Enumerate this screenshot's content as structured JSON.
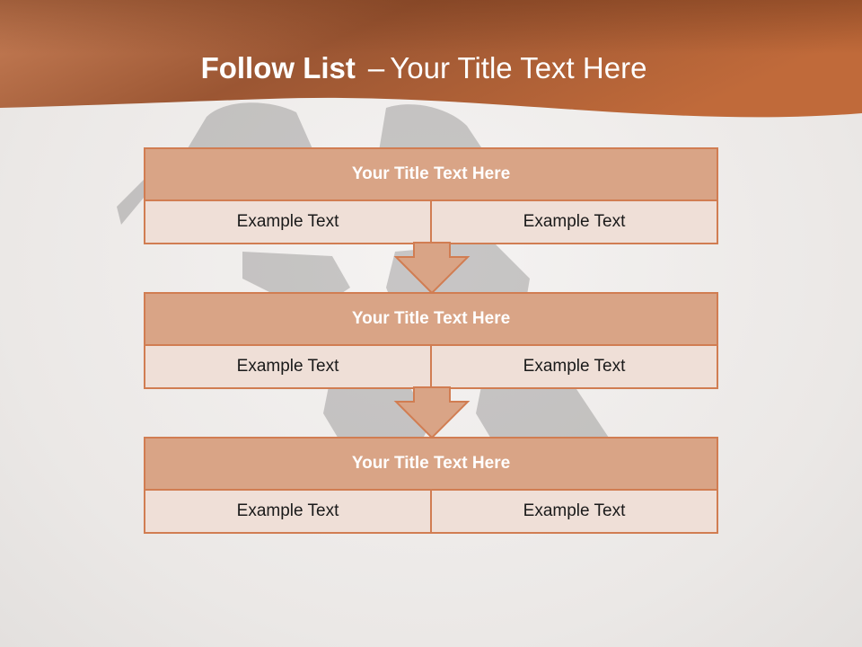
{
  "slide": {
    "title_bold": "Follow List",
    "title_dash": "–",
    "title_rest": "Your Title Text Here"
  },
  "blocks": [
    {
      "title": "Your Title Text Here",
      "cells": [
        "Example Text",
        "Example Text"
      ]
    },
    {
      "title": "Your Title Text Here",
      "cells": [
        "Example Text",
        "Example Text"
      ]
    },
    {
      "title": "Your Title Text Here",
      "cells": [
        "Example Text",
        "Example Text"
      ]
    }
  ],
  "colors": {
    "header_dark": "#8a4a2a",
    "header_light": "#c6703f",
    "block_border": "#d17d52",
    "block_title_fill": "#d9a486",
    "block_cell_fill": "#efdfd7"
  },
  "icons": {
    "connector": "down-arrow-icon"
  }
}
